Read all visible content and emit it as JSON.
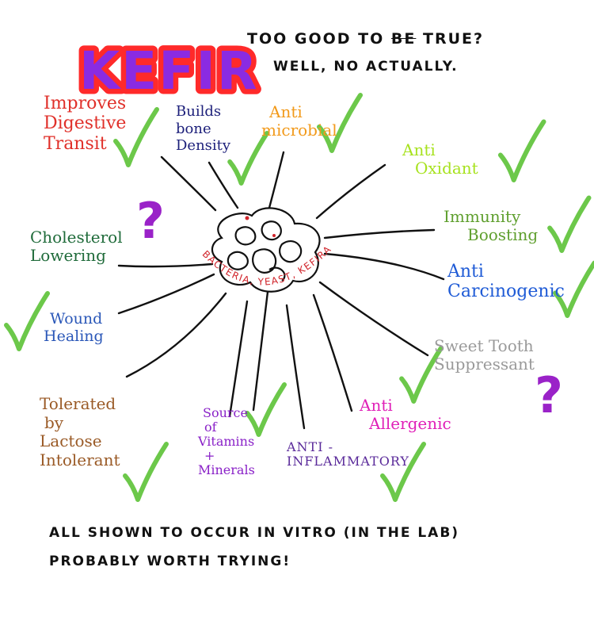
{
  "title": "KEFIR",
  "tagline": {
    "line1_prefix": "TOO GOOD TO ",
    "line1_strike": "BE",
    "line1_suffix": " TRUE?",
    "line2": "WELL, NO ACTUALLY."
  },
  "center_label": "BACTERIA, YEAST, KEFIRAN",
  "benefits": [
    {
      "id": "digestive",
      "lines": [
        "Improves",
        "Digestive",
        "Transit"
      ],
      "color": "#e0302a",
      "mark": "check"
    },
    {
      "id": "bone",
      "lines": [
        "Builds",
        "bone",
        "Density"
      ],
      "color": "#1c1f7a",
      "mark": "check"
    },
    {
      "id": "antimicrobial",
      "lines": [
        "Anti",
        "microbial"
      ],
      "color": "#f29a1b",
      "mark": "check"
    },
    {
      "id": "antioxidant",
      "lines": [
        "Anti",
        "Oxidant"
      ],
      "color": "#a7e21e",
      "mark": "check"
    },
    {
      "id": "immunity",
      "lines": [
        "Immunity",
        "Boosting"
      ],
      "color": "#5f9f2e",
      "mark": "check"
    },
    {
      "id": "cholesterol",
      "lines": [
        "Cholesterol",
        "Lowering"
      ],
      "color": "#1f6b3a",
      "mark": "question"
    },
    {
      "id": "carcinogenic",
      "lines": [
        "Anti",
        "Carcinogenic"
      ],
      "color": "#1f5bd6",
      "mark": "check"
    },
    {
      "id": "wound",
      "lines": [
        "Wound",
        "Healing"
      ],
      "color": "#2a57b8",
      "mark": "check"
    },
    {
      "id": "sweettooth",
      "lines": [
        "Sweet Tooth",
        "Suppressant"
      ],
      "color": "#9a9a9a",
      "mark": "question"
    },
    {
      "id": "lactose",
      "lines": [
        "Tolerated",
        "by",
        "Lactose",
        "Intolerant"
      ],
      "color": "#9a5a26",
      "mark": "check"
    },
    {
      "id": "vitamins",
      "lines": [
        "Source",
        "of",
        "Vitamins",
        "+",
        "Minerals"
      ],
      "color": "#8a22c8",
      "mark": "check"
    },
    {
      "id": "inflammatory",
      "lines": [
        "ANTI -",
        "INFLAMMATORY"
      ],
      "color": "#5a2a9a",
      "mark": "check"
    },
    {
      "id": "allergenic",
      "lines": [
        "Anti",
        "Allergenic"
      ],
      "color": "#e020b8",
      "mark": "check"
    }
  ],
  "footer": {
    "line1": "ALL SHOWN TO OCCUR IN VITRO (IN THE LAB)",
    "line2": "PROBABLY WORTH TRYING!"
  },
  "colors": {
    "check": "#6cc84a",
    "question": "#9a22c8",
    "title_fill": "#8a2be2",
    "title_outline": "#ff2a2a",
    "ink": "#111111"
  }
}
